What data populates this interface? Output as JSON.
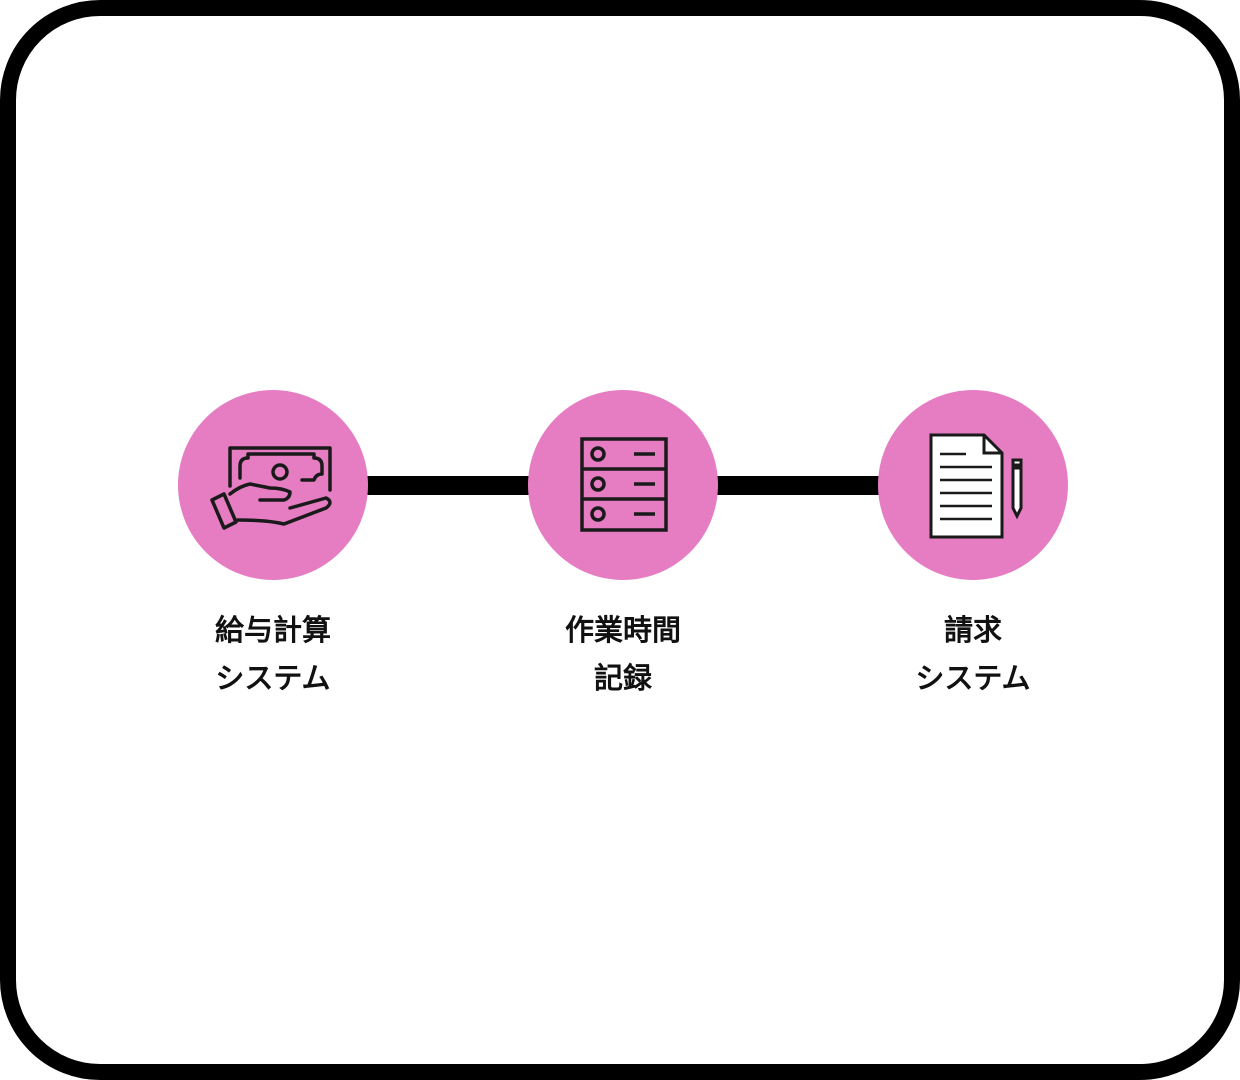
{
  "accent_color": "#E67DC3",
  "nodes": [
    {
      "icon": "money-in-hand-icon",
      "line1": "給与計算",
      "line2": "システム"
    },
    {
      "icon": "server-icon",
      "line1": "作業時間",
      "line2": "記録"
    },
    {
      "icon": "document-pen-icon",
      "line1": "請求",
      "line2": "システム"
    }
  ]
}
